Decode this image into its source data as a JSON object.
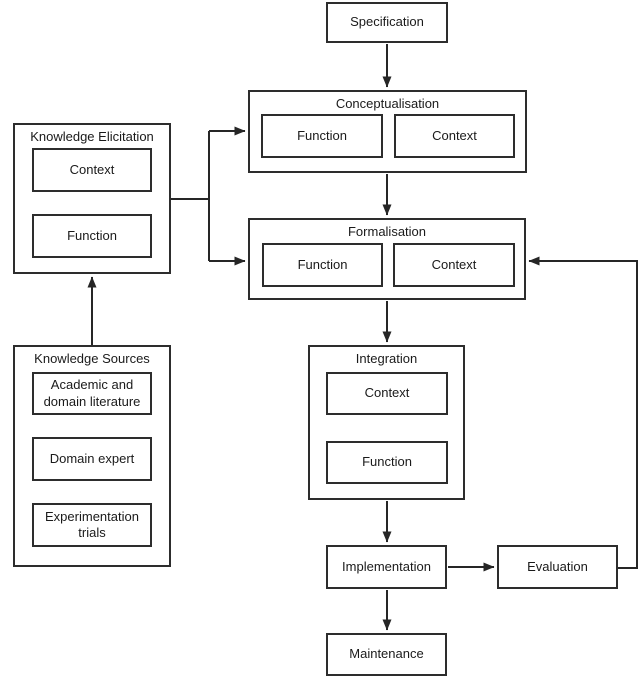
{
  "nodes": {
    "specification": {
      "label": "Specification"
    },
    "knowledge_elicitation": {
      "title": "Knowledge Elicitation",
      "items": [
        {
          "label": "Context"
        },
        {
          "label": "Function"
        }
      ]
    },
    "conceptualisation": {
      "title": "Conceptualisation",
      "items": [
        {
          "label": "Function"
        },
        {
          "label": "Context"
        }
      ]
    },
    "formalisation": {
      "title": "Formalisation",
      "items": [
        {
          "label": "Function"
        },
        {
          "label": "Context"
        }
      ]
    },
    "integration": {
      "title": "Integration",
      "items": [
        {
          "label": "Context"
        },
        {
          "label": "Function"
        }
      ]
    },
    "knowledge_sources": {
      "title": "Knowledge Sources",
      "items": [
        {
          "label": "Academic and domain literature"
        },
        {
          "label": "Domain expert"
        },
        {
          "label": "Experimentation trials"
        }
      ]
    },
    "implementation": {
      "label": "Implementation"
    },
    "evaluation": {
      "label": "Evaluation"
    },
    "maintenance": {
      "label": "Maintenance"
    }
  },
  "colors": {
    "line": "#262626",
    "box_border": "#2d2d2d",
    "text": "#1a1a1a",
    "background": "#ffffff"
  }
}
